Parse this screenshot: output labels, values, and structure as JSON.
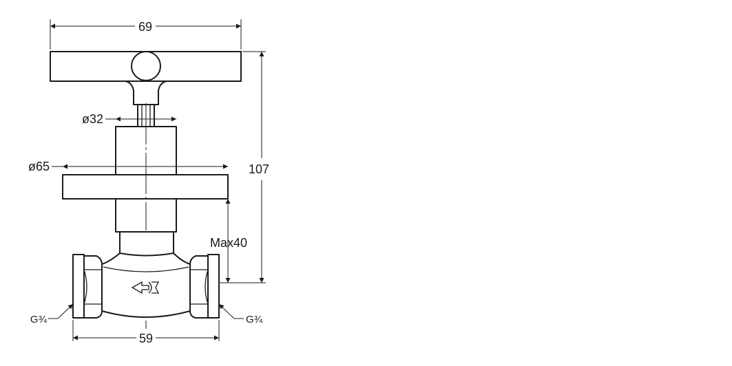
{
  "dimensions": {
    "handle_width": "69",
    "stem_diameter": "ø32",
    "flange_diameter": "ø65",
    "total_height": "107",
    "max_depth": "Max40",
    "body_length": "59",
    "thread_left": "G¾",
    "thread_right": "G¾"
  },
  "colors": {
    "line": "#1a1a1a",
    "background": "#ffffff"
  },
  "icons": {
    "flow_arrow": "flow-direction-arrow-icon"
  }
}
